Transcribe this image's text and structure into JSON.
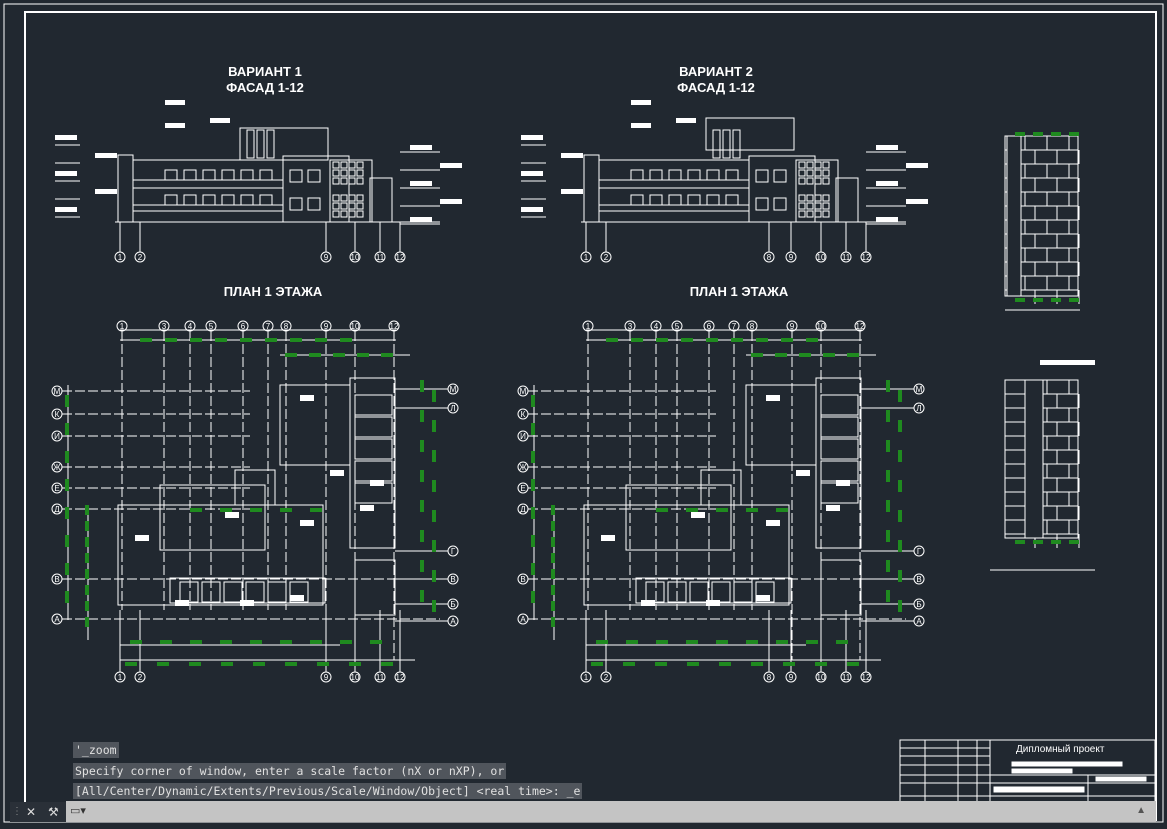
{
  "drawing": {
    "facade1": {
      "title1": "ВАРИАНТ 1",
      "title2": "ФАСАД 1-12",
      "axes": [
        "1",
        "2",
        "9",
        "10",
        "11",
        "12"
      ]
    },
    "facade2": {
      "title1": "ВАРИАНТ 2",
      "title2": "ФАСАД 1-12",
      "axes": [
        "1",
        "2",
        "8",
        "9",
        "10",
        "11",
        "12"
      ]
    },
    "plan1": {
      "title": "ПЛАН 1 ЭТАЖА",
      "top_axes": [
        "1",
        "3",
        "4",
        "5",
        "6",
        "7",
        "8",
        "9",
        "10",
        "12"
      ],
      "left_axes": [
        "М",
        "К",
        "И",
        "Ж",
        "Е",
        "Д",
        "В",
        "А"
      ],
      "right_axes": [
        "М",
        "Л",
        "Г",
        "В",
        "Б",
        "А"
      ],
      "bottom_axes": [
        "1",
        "2",
        "9",
        "10",
        "11",
        "12"
      ]
    },
    "plan2": {
      "title": "ПЛАН 1 ЭТАЖА",
      "top_axes": [
        "1",
        "3",
        "4",
        "5",
        "6",
        "7",
        "8",
        "9",
        "10",
        "12"
      ],
      "left_axes": [
        "М",
        "К",
        "И",
        "Ж",
        "Е",
        "Д",
        "В",
        "А"
      ],
      "right_axes": [
        "М",
        "Л",
        "Г",
        "В",
        "Б",
        "А"
      ],
      "bottom_axes": [
        "1",
        "2",
        "8",
        "9",
        "10",
        "11",
        "12"
      ]
    },
    "title_block": {
      "project": "Дипломный проект"
    }
  },
  "command_line": {
    "history": [
      "'_zoom",
      "Specify corner of window, enter a scale factor (nX or nXP), or",
      "[All/Center/Dynamic/Extents/Previous/Scale/Window/Object] <real time>: _e"
    ],
    "input": ""
  },
  "colors": {
    "background": "#212830",
    "lines": "#ffffff",
    "dimensions": "#1f8a1f",
    "command_bar": "#c4c4c4"
  }
}
